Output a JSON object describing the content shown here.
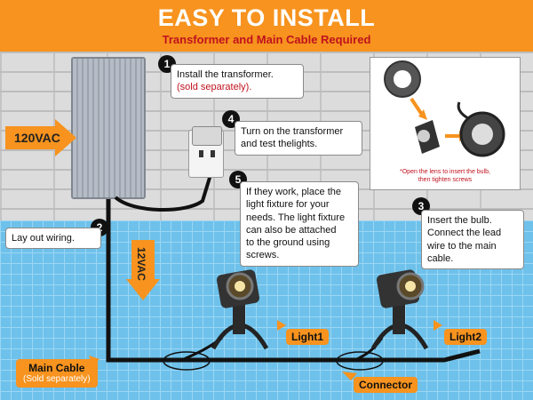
{
  "header": {
    "title": "EASY TO INSTALL",
    "subtitle": "Transformer and Main Cable Required"
  },
  "steps": [
    {
      "number": "1",
      "line1": "Install the transformer.",
      "line2": "(sold separately)."
    },
    {
      "number": "2",
      "text": "Lay out wiring."
    },
    {
      "number": "3",
      "lines": [
        "Insert the bulb.",
        "Connect the lead",
        "wire to the main",
        "cable."
      ]
    },
    {
      "number": "4",
      "lines": [
        "Turn on the transformer",
        "and test thelights."
      ]
    },
    {
      "number": "5",
      "lines": [
        "If they work, place the",
        "light fixture for your",
        "needs. The light fixture",
        "can also be attached",
        "to the ground using",
        "screws."
      ]
    }
  ],
  "voltage": {
    "input": "120VAC",
    "output": "12VAC"
  },
  "inset": {
    "caption_line1": "*Open the lens to insert the bulb,",
    "caption_line2": "then tighten screws"
  },
  "labels": {
    "light1": "Light1",
    "light2": "Light2",
    "connector": "Connector",
    "main_cable": "Main Cable",
    "main_cable_note": "(Sold separately)"
  },
  "colors": {
    "accent": "#f7931e",
    "note": "#c0121e",
    "pool": "#6ec1ea"
  }
}
